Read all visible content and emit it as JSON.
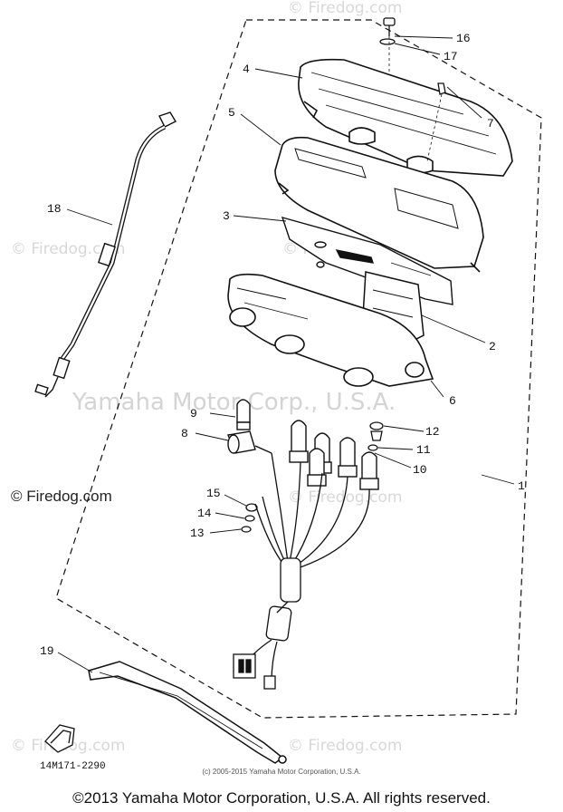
{
  "callouts": [
    {
      "id": "16",
      "label": "16"
    },
    {
      "id": "17",
      "label": "17"
    },
    {
      "id": "4",
      "label": "4"
    },
    {
      "id": "7",
      "label": "7"
    },
    {
      "id": "5",
      "label": "5"
    },
    {
      "id": "18",
      "label": "18"
    },
    {
      "id": "3",
      "label": "3"
    },
    {
      "id": "2",
      "label": "2"
    },
    {
      "id": "6",
      "label": "6"
    },
    {
      "id": "9",
      "label": "9"
    },
    {
      "id": "12",
      "label": "12"
    },
    {
      "id": "8",
      "label": "8"
    },
    {
      "id": "11",
      "label": "11"
    },
    {
      "id": "10",
      "label": "10"
    },
    {
      "id": "1",
      "label": "1"
    },
    {
      "id": "15",
      "label": "15"
    },
    {
      "id": "14",
      "label": "14"
    },
    {
      "id": "13",
      "label": "13"
    },
    {
      "id": "19",
      "label": "19"
    }
  ],
  "watermark": {
    "firedog": "© Firedog.com",
    "center": "Yamaha Motor Corp., U.S.A."
  },
  "firedog_label": "© Firedog.com",
  "part_code": "14M171-2290",
  "small_copyright": "(c) 2005-2015 Yamaha Motor Corporation, U.S.A.",
  "footer_copyright": "©2013 Yamaha Motor Corporation, U.S.A. All rights reserved."
}
